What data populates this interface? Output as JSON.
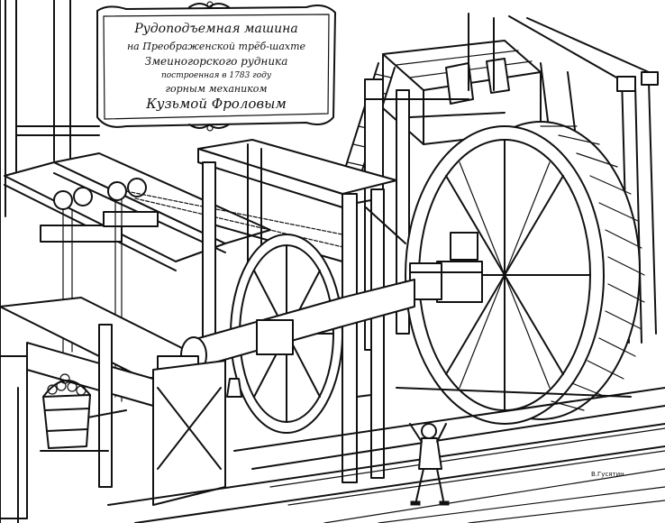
{
  "banner": {
    "lines": [
      "Рудоподъемная машина",
      "на Преображенской трёб-шахте",
      "Змеиногорского рудника",
      "построенная в 1783 году",
      "горным механиком",
      "Кузьмой Фроловым"
    ]
  },
  "signature": "В.Гусятин"
}
